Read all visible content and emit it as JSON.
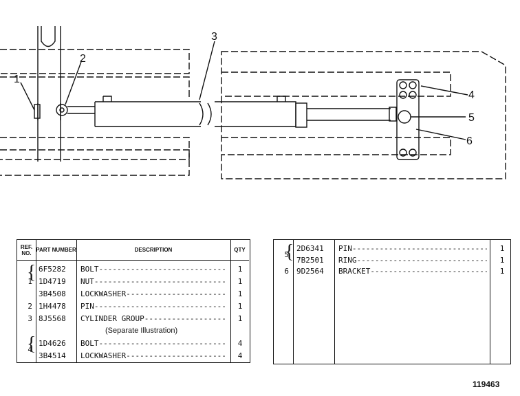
{
  "drawing": {
    "callouts": [
      "1",
      "2",
      "3",
      "4",
      "5",
      "6"
    ]
  },
  "left_table": {
    "headers": {
      "ref": "REF. NO.",
      "part": "PART NUMBER",
      "desc": "DESCRIPTION",
      "qty": "QTY"
    },
    "rows": [
      {
        "ref": "",
        "part": "6F5282",
        "desc": "BOLT",
        "qty": "1"
      },
      {
        "ref": "1",
        "part": "1D4719",
        "desc": "NUT",
        "qty": "1"
      },
      {
        "ref": "",
        "part": "3B4508",
        "desc": "LOCKWASHER",
        "qty": "1"
      },
      {
        "ref": "2",
        "part": "1H4478",
        "desc": "PIN",
        "qty": "1"
      },
      {
        "ref": "3",
        "part": "8J5568",
        "desc": "CYLINDER GROUP",
        "qty": "1"
      },
      {
        "ref": "",
        "part": "",
        "desc": "(Separate Illustration)",
        "qty": ""
      },
      {
        "ref": "",
        "part": "1D4626",
        "desc": "BOLT",
        "qty": "4"
      },
      {
        "ref": "4",
        "part": "3B4514",
        "desc": "LOCKWASHER",
        "qty": "4"
      }
    ]
  },
  "right_table": {
    "rows": [
      {
        "ref": "",
        "part": "2D6341",
        "desc": "PIN",
        "qty": "1"
      },
      {
        "ref": "5",
        "part": "7B2501",
        "desc": "RING",
        "qty": "1"
      },
      {
        "ref": "6",
        "part": "9D2564",
        "desc": "BRACKET",
        "qty": "1"
      }
    ]
  },
  "figure_number": "119463"
}
